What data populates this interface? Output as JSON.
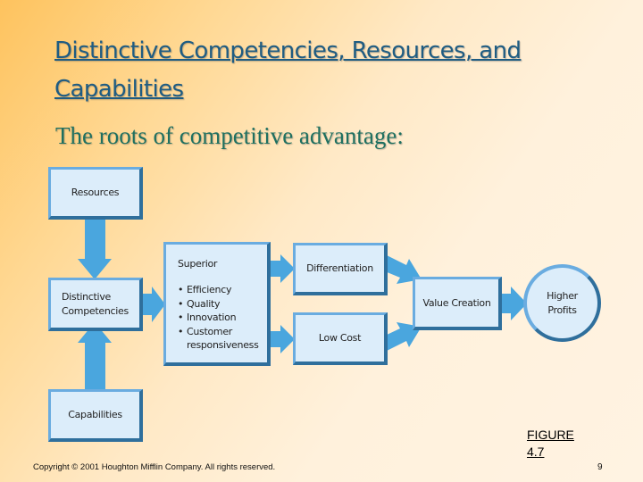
{
  "slide": {
    "title": "Distinctive Competencies, Resources, and Capabilities",
    "subtitle": "The roots of competitive advantage:",
    "figure_label_line1": "FIGURE",
    "figure_label_line2": "4.7",
    "copyright": "Copyright © 2001 Houghton Mifflin Company. All rights reserved.",
    "page_number": "9"
  },
  "diagram": {
    "nodes": {
      "resources": "Resources",
      "distinctive_line1": "Distinctive",
      "distinctive_line2": "Competencies",
      "capabilities": "Capabilities",
      "superior_heading": "Superior",
      "superior_items": [
        "Efficiency",
        "Quality",
        "Innovation",
        "Customer responsiveness"
      ],
      "differentiation": "Differentiation",
      "low_cost": "Low Cost",
      "value_creation": "Value Creation",
      "profits_line1": "Higher",
      "profits_line2": "Profits"
    },
    "edges": [
      {
        "from": "Resources",
        "to": "Distinctive Competencies"
      },
      {
        "from": "Capabilities",
        "to": "Distinctive Competencies"
      },
      {
        "from": "Distinctive Competencies",
        "to": "Superior"
      },
      {
        "from": "Superior",
        "to": "Differentiation"
      },
      {
        "from": "Superior",
        "to": "Low Cost"
      },
      {
        "from": "Differentiation",
        "to": "Value Creation"
      },
      {
        "from": "Low Cost",
        "to": "Value Creation"
      },
      {
        "from": "Value Creation",
        "to": "Higher Profits"
      }
    ],
    "colors": {
      "box_fill": "#dcedfa",
      "box_border_light": "#6aace0",
      "box_border_dark": "#2f6f9c",
      "arrow": "#4aa6de"
    }
  }
}
